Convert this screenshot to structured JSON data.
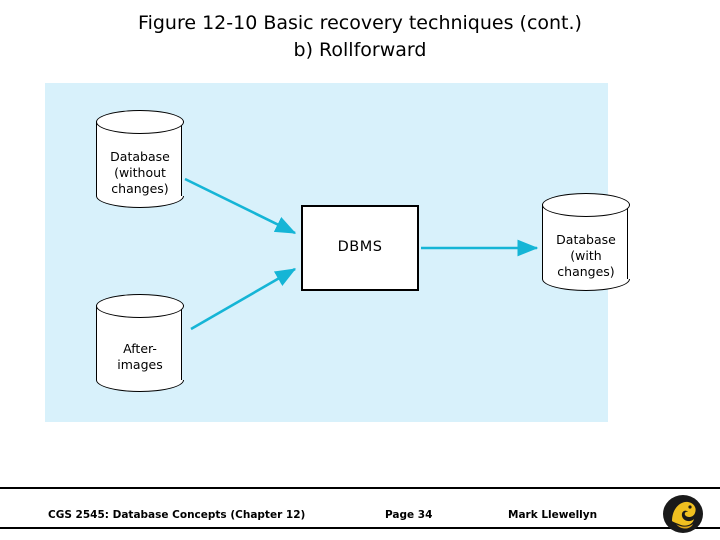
{
  "slide": {
    "title_line1": "Figure 12-10 Basic recovery techniques (cont.)",
    "title_line2": "b) Rollforward"
  },
  "diagram": {
    "panel_color": "#d8f1fb",
    "arrow_color": "#15b5d6",
    "nodes": [
      {
        "id": "db-without",
        "type": "cylinder",
        "label": "Database\n(without\nchanges)",
        "lines": [
          "Database",
          "(without",
          "changes)"
        ]
      },
      {
        "id": "after-images",
        "type": "cylinder",
        "label": "After-\nimages",
        "lines": [
          "After-",
          "images"
        ]
      },
      {
        "id": "dbms",
        "type": "box",
        "label": "DBMS"
      },
      {
        "id": "db-with",
        "type": "cylinder",
        "label": "Database\n(with\nchanges)",
        "lines": [
          "Database",
          "(with",
          "changes)"
        ]
      }
    ],
    "edges": [
      {
        "from": "db-without",
        "to": "dbms"
      },
      {
        "from": "after-images",
        "to": "dbms"
      },
      {
        "from": "dbms",
        "to": "db-with"
      }
    ]
  },
  "footer": {
    "course": "CGS 2545: Database Concepts",
    "chapter": "(Chapter 12)",
    "page": "Page 34",
    "author": "Mark Llewellyn"
  }
}
